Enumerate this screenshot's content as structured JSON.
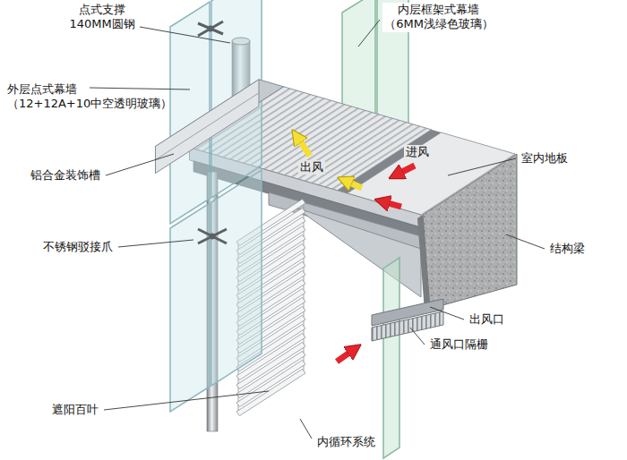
{
  "diagram": {
    "labels": [
      "点式支撑 140MM圆钢",
      "内层框架式幕墙 （6MM浅绿色玻璃）",
      "外层点式幕墙 （12+12A+10中空透明玻璃）",
      "出风",
      "进风",
      "室内地板",
      "铝合金装饰槽",
      "结构梁",
      "不锈钢驳接爪",
      "出风口",
      "通风口隔栅",
      "遮阳百叶",
      "内循环系统"
    ]
  }
}
